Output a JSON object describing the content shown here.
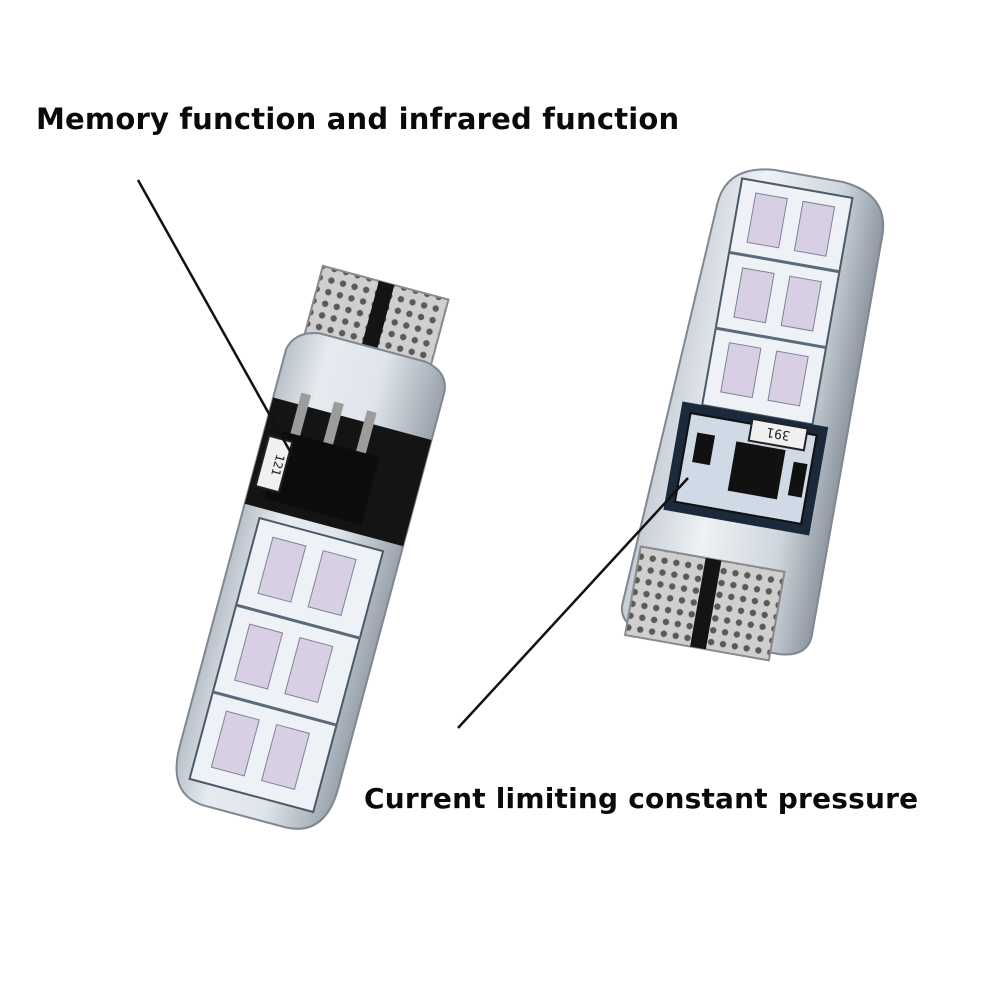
{
  "annotations": {
    "top_label": "Memory function and infrared function",
    "bottom_label": "Current limiting constant pressure"
  },
  "components": {
    "left_bulb": {
      "resistor_marking": "121"
    },
    "right_bulb": {
      "resistor_marking": "391"
    }
  },
  "colors": {
    "background": "#ffffff",
    "text": "#0a0a0a",
    "pointer_line": "#111111",
    "silicone_shell": "#d6dde4",
    "pcb_black": "#141414",
    "led_panel": "#eef2f7",
    "led_tint": "#c9b7d9",
    "pin_metal": "#b9b9b9"
  }
}
